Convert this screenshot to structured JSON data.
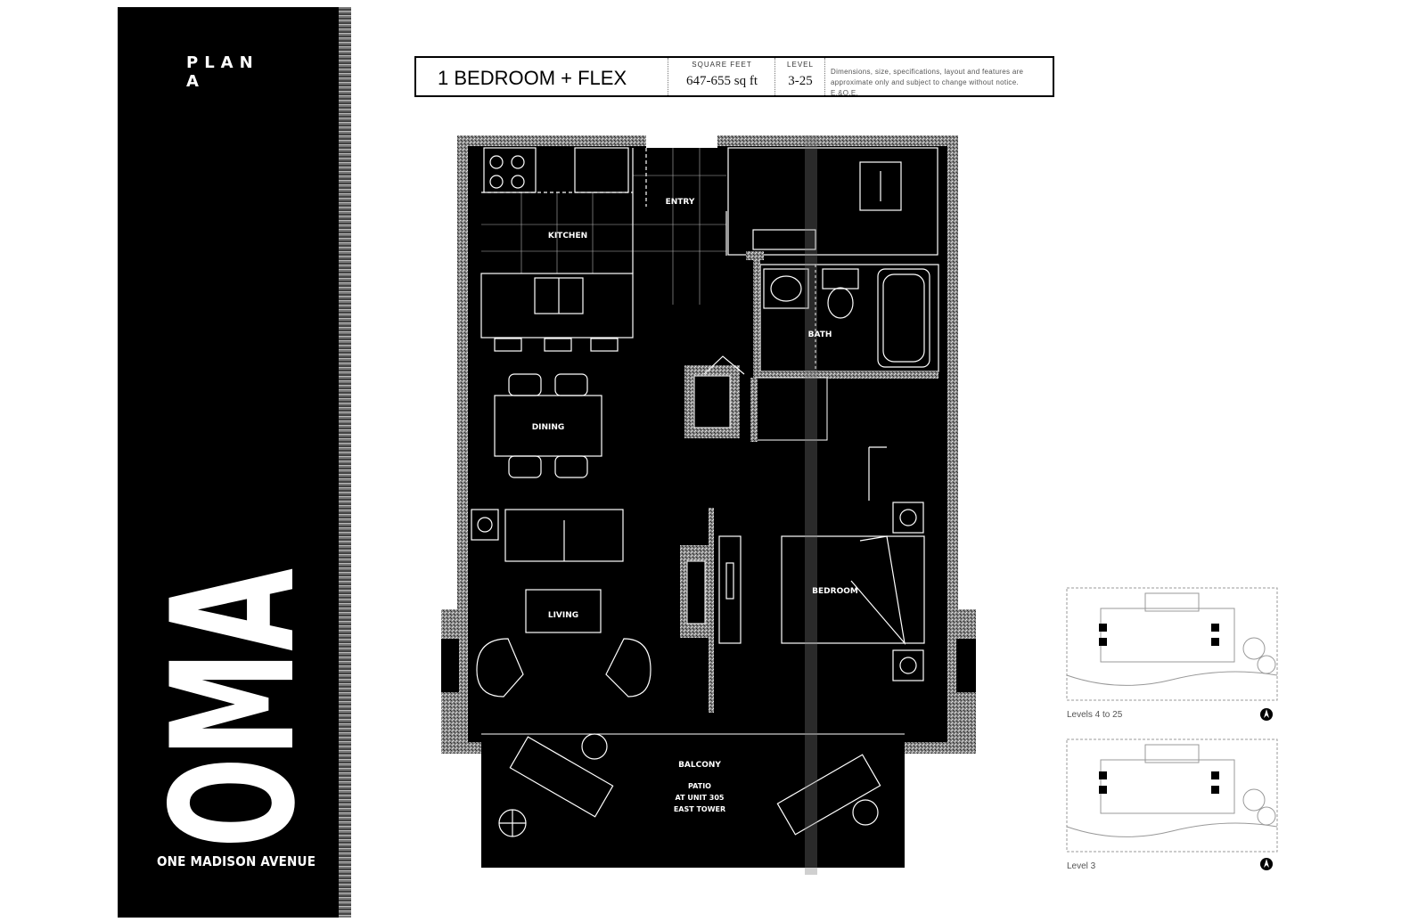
{
  "sidebar": {
    "plan_label": "PLAN A",
    "logo_text": "OMA",
    "tagline": "ONE MADISON AVENUE"
  },
  "unit_info": {
    "unit_type": "1 BEDROOM + FLEX",
    "square_feet_label": "SQUARE FEET",
    "square_feet_value": "647-655 sq ft",
    "level_label": "LEVEL",
    "level_value": "3-25",
    "disclaimer": "Dimensions, size, specifications, layout and features are approximate only and subject to change without notice. E.&O.E."
  },
  "rooms": {
    "kitchen": "KITCHEN",
    "entry": "ENTRY",
    "bath": "BATH",
    "dining": "DINING",
    "living": "LIVING",
    "bedroom": "BEDROOM",
    "balcony": "BALCONY",
    "patio_line1": "PATIO",
    "patio_line2": "AT UNIT 305",
    "patio_line3": "EAST TOWER"
  },
  "key_plans": [
    {
      "caption": "Levels 4 to 25"
    },
    {
      "caption": "Level 3"
    }
  ]
}
